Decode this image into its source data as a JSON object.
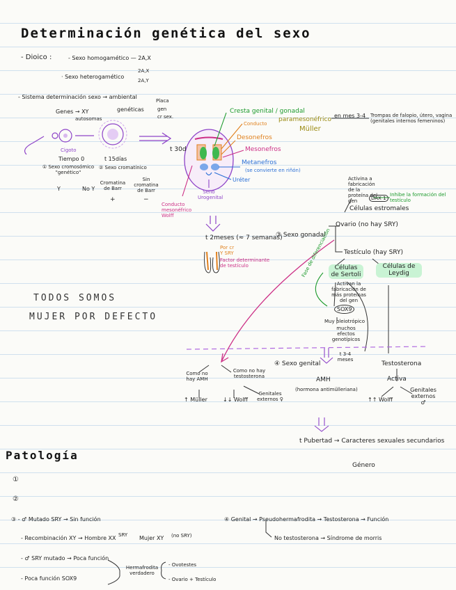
{
  "title": "Determinación genética del sexo",
  "dioico": {
    "label": "- Dioico :",
    "homo": "- Sexo homogamético — 2A,X",
    "hetero": "· Sexo heterogamético",
    "hetero_a": "2A,X",
    "hetero_b": "2A,Y"
  },
  "sistema": {
    "label": "- Sistema determinación sexo → ambiental",
    "geneticas": "genéticas",
    "opt1": "Placa",
    "opt2": "gen",
    "opt3": "cr sex.",
    "genes": "Genes → XY",
    "autosomas": "autosomas"
  },
  "cells": {
    "cigoto": "Cigoto",
    "tiempo0": "Tiempo 0",
    "t15": "t 15días",
    "arrow_label": "t 30d",
    "sexo_cromosomico": "① Sexo cromosómico \"genético\"",
    "sexo_cromatinico": "② Sexo cromatínico",
    "xy_y": "Y",
    "xy_noy": "No Y",
    "cromatina": "Cromatina de Barr",
    "sin_cromatina": "Sin cromatina de Barr",
    "plus": "+",
    "minus": "−"
  },
  "embryo": {
    "cresta": "Cresta genital / gonadal",
    "conducto": "Conducto",
    "paramesonefrico": "paramesonéfrico",
    "muller": "Müller",
    "mesonefros_green": "Desonefros",
    "mesonefros": "Mesonefros",
    "metanefros": "Metanefros",
    "metanefros_sub": "(se convierte en riñón)",
    "ureter": "Uréter",
    "seno": "Seno Urogenital",
    "wolff": "Conducto mesonéfrico Wolff",
    "mas_34": "en mes 3-4",
    "trompas": "Trompas de falopio, útero, vagina (genitales internos femeninos)"
  },
  "hormonal": {
    "activina": "Activina a fabricación de la proteína del gen",
    "dax": "DAX 1",
    "inhibe": "Inhibe la formación del testículo",
    "celulas_estromales": "Células estromales",
    "ovario": "Ovario (no hay SRY)",
    "dos_meses": "t 2meses (≈ 7 semanas)",
    "sexo_gonadal": "③ Sexo gonadal",
    "por_sry": "Por cr Y SRY",
    "factor": "Factor determinante de testículo",
    "testiculo": "Testículo (hay SRY)",
    "celulas_sertoli": "Células de Sertoli",
    "celulas_leydig": "Células de Leydig",
    "sox9_note": "Activan la fabricación de más proteínas del gen",
    "sox9": "SOX9",
    "fase": "Fase de diferenciación",
    "muy_pleiotropico": "Muy pleiotrópico",
    "muchos": "muchos efectos genotípicos",
    "t34": "t 3-4 meses",
    "sexo_genital": "④ Sexo genital",
    "amh": "AMH",
    "amh_sub": "(hormona antimülleriana)",
    "testosterona": "Testosterona",
    "activa": "Activa",
    "wolff_up": "↑↑ Wolff",
    "genitales_ext_m": "Genitales externos ♂",
    "como_no_amh": "Como no hay AMH",
    "como_no_test": "Como no hay testosterona",
    "muller_up": "↑ Müller",
    "wolff_down": "↓↓ Wolff",
    "genitales_ext_f": "Genitales externos ♀",
    "pubertad": "t Pubertad → Caracteres sexuales secundarios",
    "genero": "Género"
  },
  "todos": {
    "line1": "TODOS SOMOS",
    "line2": "MUJER POR DEFECTO"
  },
  "patologia": {
    "heading": "Patología",
    "item1": "①",
    "item2": "②",
    "item3": "③ - ♂ Mutado SRY → Sin función",
    "recombinacion": "- Recombinación XY → Hombre XX",
    "sry_sup": "SRY",
    "mujer": "Mujer XY",
    "mujer_sup": "(no SRY)",
    "sry_mutado": "- ♂ SRY mutado → Poca función",
    "poca_funcion": "- Poca función SOX9",
    "hermafrodita": "Hermafrodita verdadero",
    "ovotestes": "- Ovotestes",
    "ovario_test": "- Ovario + Testículo",
    "genital4": "④ Genital → Pseudohermafrodita → Testosterona → Función",
    "no_test": "No testosterona → Síndrome de morris"
  },
  "colors": {
    "green": "#1c9a2c",
    "orange": "#e0801d",
    "pink": "#cc2f86",
    "blue": "#2a6fd6",
    "purple": "#8e44c8",
    "olive": "#9a8a11"
  }
}
